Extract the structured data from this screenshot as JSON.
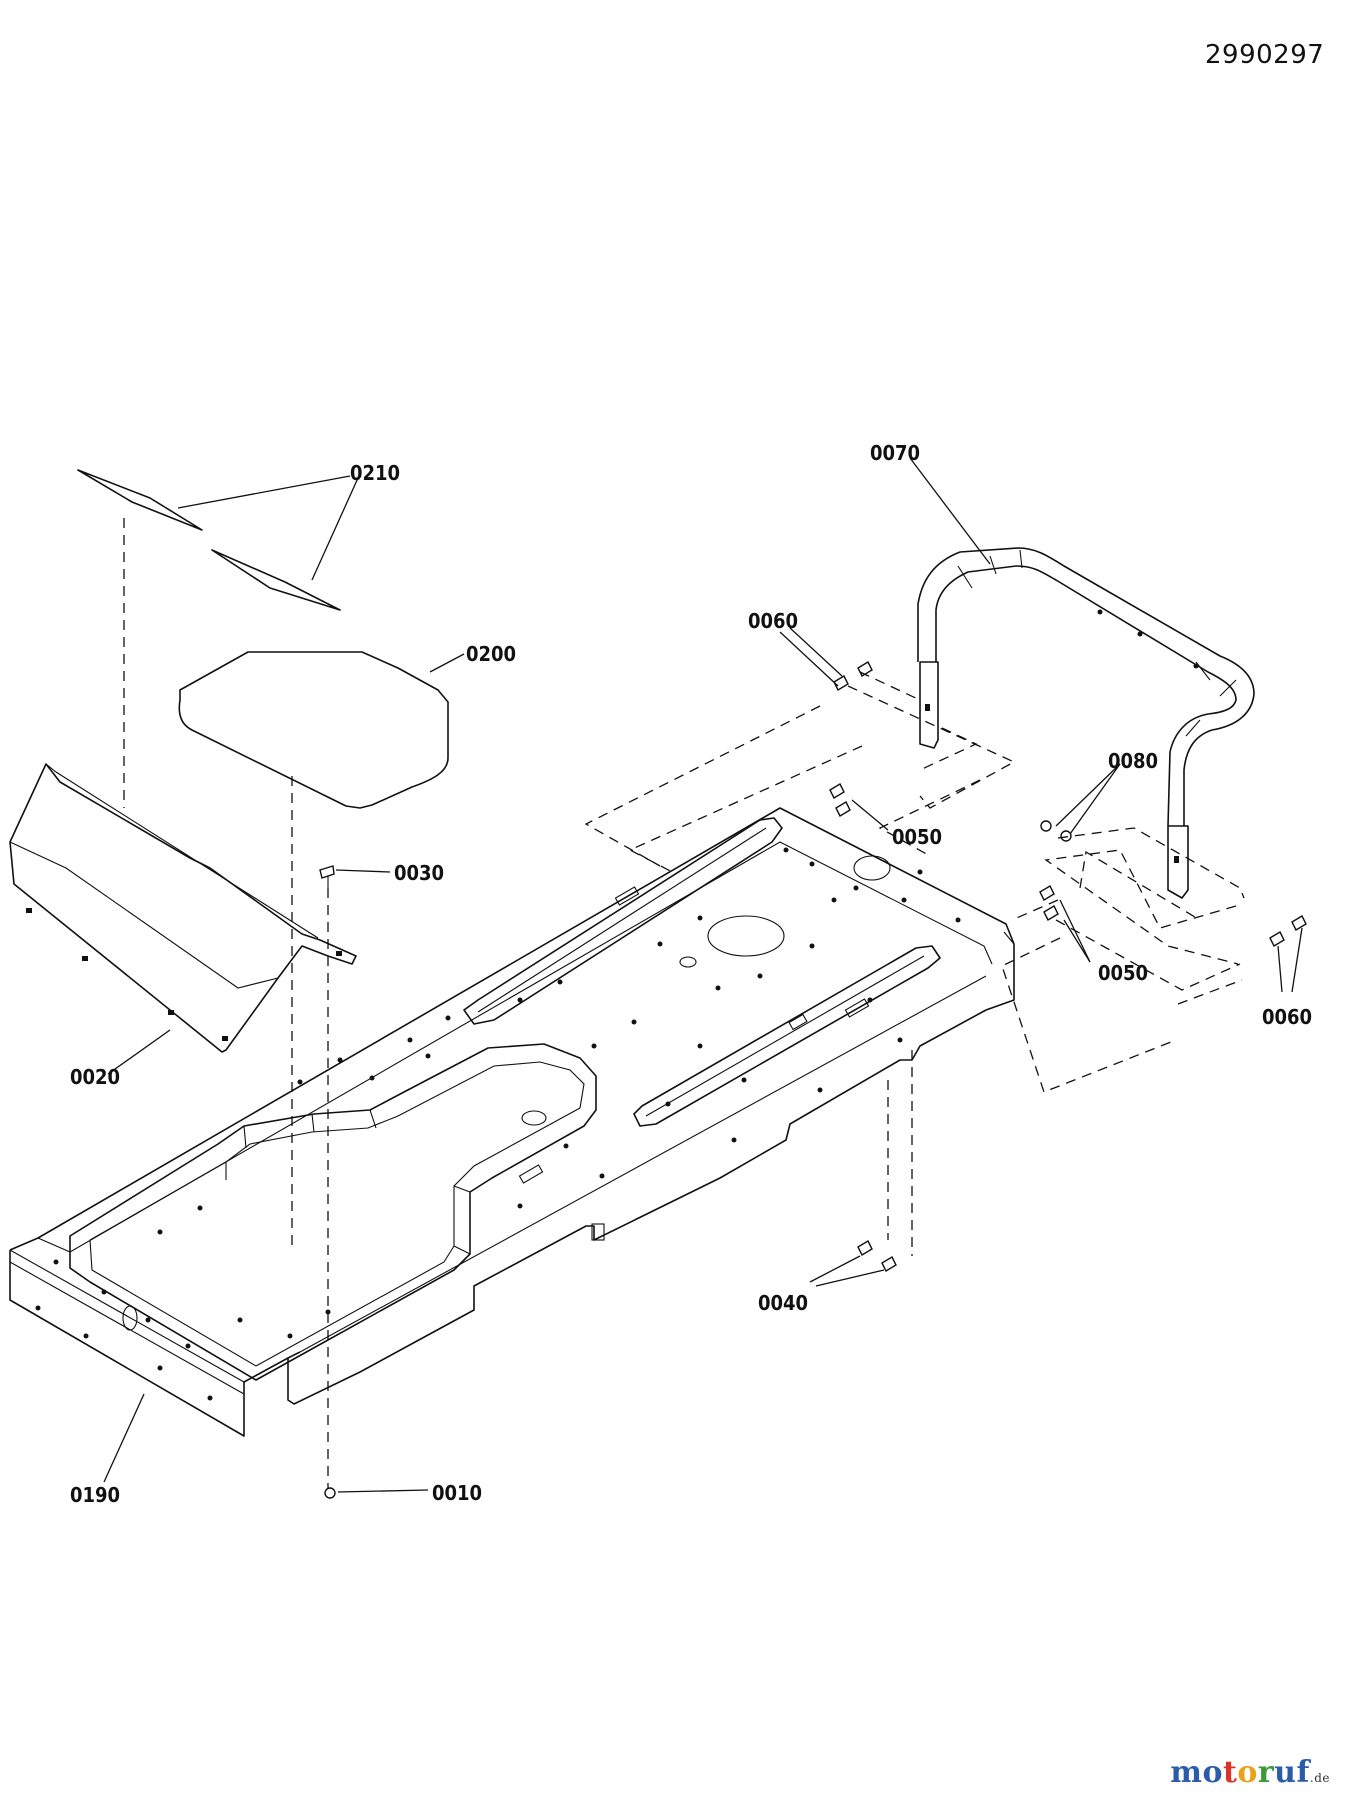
{
  "diagram_number": "2990297",
  "callouts": {
    "c0210": "0210",
    "c0200": "0200",
    "c0030": "0030",
    "c0020": "0020",
    "c0190": "0190",
    "c0010": "0010",
    "c0070": "0070",
    "c0060a": "0060",
    "c0080": "0080",
    "c0050a": "0050",
    "c0050b": "0050",
    "c0060b": "0060",
    "c0040": "0040"
  },
  "watermark": {
    "letters": [
      "m",
      "o",
      "t",
      "o",
      "r",
      "u",
      "f"
    ],
    "colors": [
      "#2a5caa",
      "#2a5caa",
      "#d9342b",
      "#e8a21c",
      "#3a9a3a",
      "#2a5caa",
      "#2a5caa"
    ],
    "suffix": ".de"
  }
}
